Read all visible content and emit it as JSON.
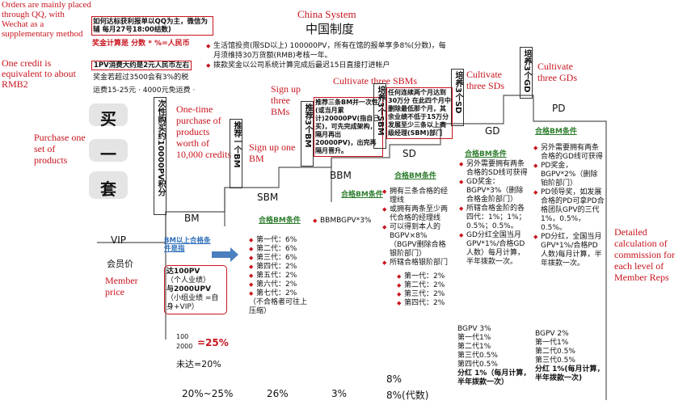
{
  "annotations": {
    "orders_note": "Orders are mainly placed through QQ, with Wechat as a supplementary method",
    "one_credit": "One credit is equivalent to about RMB2",
    "purchase_set": "Purchase one set of products",
    "one_time": "One-time purchase of products worth of 10,000 credits",
    "signup_bm": "Sign up one BM",
    "signup_bms": "Sign up three BMs",
    "cultivate_sbms": "Cultivate three SBMs",
    "cultivate_sds": "Cultivate three SDs",
    "cultivate_gds": "Cultivate three GDs",
    "member_price": "Member price",
    "detailed_calc": "Detailed calculation of commission for each level of Member Reps",
    "china_system": "China System"
  },
  "header": {
    "title_cn": "中国制度",
    "order_box": "如何达标获利报单以QQ为主，微信为辅 每月27号18:00结数)",
    "bonus_calc": "奖金计算是 分数 * %=人民币",
    "pv_box": "1PV消费大约是2元人民币左右",
    "tax": "奖金若超过3500会有3%的税",
    "shipping": "运费15-25元 · 4000元免运费 ·",
    "rule1": "生活馆投资(限SD以上) 100000PV，所有在馆的报单享多8%(分数)，每月须维持30万货额(RMB)考核一年。",
    "rule2": "拨款奖金以公司系统计算完成后最迟15日直接打进帐户"
  },
  "levels": {
    "vip": "VIP",
    "bm": "BM",
    "sbm": "SBM",
    "bbm": "BBM",
    "sd": "SD",
    "gd": "GD",
    "pd": "PD"
  },
  "left": {
    "mai": "买",
    "yi": "一",
    "tao": "套",
    "member_price_cn": "会员价",
    "one_time_cn": "次性购买约10000PV积分",
    "recommend_bm": "推荐一个BM",
    "recommend_3bm": "推荐3个BM",
    "cultivate_3sbm": "培养3个SBM",
    "cultivate_3sd": "培养3个SD",
    "cultivate_3gd": "培养3个GD"
  },
  "bm_block": {
    "heading": "BM以上合格条件是指",
    "req1": "达100PV",
    "req1b": "（个人业绩）",
    "req2": "与2000UPV",
    "req2b": "（小组业绩 =自身+VIP）",
    "r100": "100",
    "r2000": "2000",
    "rate25": "=25%",
    "unmet": "未达=20%"
  },
  "sbm_block": {
    "qualified": "合格BM条件",
    "gens": [
      "第一代：6%",
      "第二代：6%",
      "第三代：6%",
      "第四代：2%",
      "第五代：2%",
      "第六代：2%",
      "第七代：2%"
    ],
    "note": "（不合格者可往上压缩）"
  },
  "bbm_block": {
    "text": "BBMBGPV*3%"
  },
  "sbm_req": {
    "box": "推荐三条BM并一次性(或当月累计)20000PV(指自己买)，可先完成架构，隔月再出20000PV)，出完再隔月晋升。"
  },
  "sd_req": {
    "box": "任何连续两个月达到30万分 在此四个月中 删除最低那个月，其余业绩不低于15万分 发展至少三条以上高级经理(SBM)部门"
  },
  "bbm_col": {
    "qualified": "合格BM条件",
    "items": [
      "拥有三条合格的经理线",
      "或拥有两条至少两代合格的经理线",
      "可以得到本人的BGPV×8%（BGPV删除合格银阶部门）",
      "所辖合格银阶部门"
    ],
    "gens": [
      "第一代：2%",
      "第二代：2%",
      "第三代：2%",
      "第四代：2%"
    ],
    "pct": "8%",
    "pct_gen": "8%(代数)"
  },
  "sd_col": {
    "qualified": "合格BM条件",
    "items": [
      "另外需要拥有两条合格的SD线可获得",
      "GD奖金：BGPV*3%（删除合格金阶部门）",
      "所辖合格金阶的各四代：1%；1%；0.5%；0.5%。",
      "GD分红全国当月GPV*1%/合格GD人数）每月计算，半年拨款一次。"
    ],
    "bgpv": "BGPV 3%",
    "gens": [
      "第一代1%",
      "第二代1%",
      "第三代0.5%",
      "第四代0.5%"
    ],
    "bonus": "分红 1%（每月计算，半年拨款一次）"
  },
  "pd_col": {
    "qualified": "合格BM条件",
    "items": [
      "另外需要拥有两条合格的GD线可获得",
      "PD奖金，BGPV*2%（删除铂阶部门）",
      "PD领导奖，如发展合格的PD可拿PD合格团队GPV的三代 1%，0.5%，0.5%。",
      "PD分红，全国当月GPV*1%/合格PD人数)每月计算，半年拨款一次。"
    ],
    "bgpv": "BGPV 2%",
    "gens": [
      "第一代1%",
      "第二代0.5%",
      "第三代0.5%"
    ],
    "bonus": "分红 1%(每月计算，半年拨款一次)"
  },
  "footer": {
    "p1": "20%~25%",
    "p2": "26%",
    "p3": "3%"
  }
}
